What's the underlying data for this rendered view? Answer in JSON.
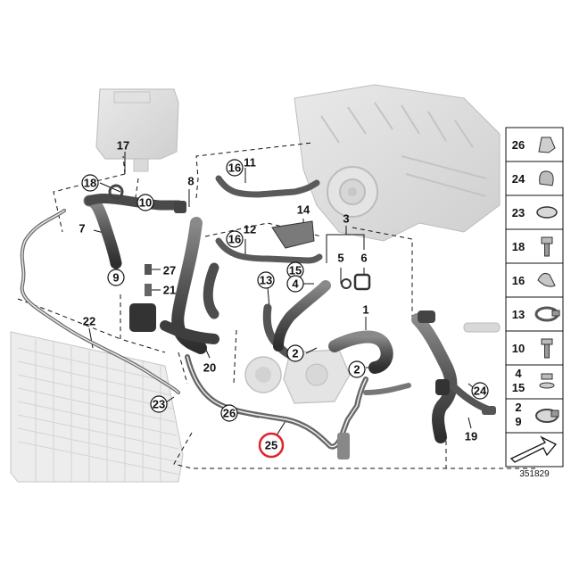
{
  "diagram": {
    "document_number": "351829",
    "highlight_color": "#e0242b",
    "callouts": [
      {
        "text": "17"
      },
      {
        "text": "18"
      },
      {
        "text": "10"
      },
      {
        "text": "8"
      },
      {
        "text": "7"
      },
      {
        "text": "9"
      },
      {
        "text": "27"
      },
      {
        "text": "21"
      },
      {
        "text": "22"
      },
      {
        "text": "23"
      },
      {
        "text": "20"
      },
      {
        "text": "16"
      },
      {
        "text": "11"
      },
      {
        "text": "16"
      },
      {
        "text": "12"
      },
      {
        "text": "14"
      },
      {
        "text": "15"
      },
      {
        "text": "3"
      },
      {
        "text": "5"
      },
      {
        "text": "6"
      },
      {
        "text": "4"
      },
      {
        "text": "13"
      },
      {
        "text": "2"
      },
      {
        "text": "1"
      },
      {
        "text": "2"
      },
      {
        "text": "26"
      },
      {
        "text": "25"
      },
      {
        "text": "24"
      },
      {
        "text": "19"
      }
    ],
    "legend": [
      {
        "labels": [
          "26"
        ],
        "icon": "hose-clamp-clip-icon"
      },
      {
        "labels": [
          "24"
        ],
        "icon": "spring-clip-icon"
      },
      {
        "labels": [
          "23"
        ],
        "icon": "band-clamp-icon"
      },
      {
        "labels": [
          "18"
        ],
        "icon": "bolt-icon"
      },
      {
        "labels": [
          "16"
        ],
        "icon": "hose-clip-icon"
      },
      {
        "labels": [
          "13"
        ],
        "icon": "hose-clamp-icon"
      },
      {
        "labels": [
          "10"
        ],
        "icon": "screw-icon"
      },
      {
        "labels": [
          "4",
          "15"
        ],
        "icon": "sealing-ring-bolt-icon"
      },
      {
        "labels": [
          "2",
          "9"
        ],
        "icon": "screw-clamp-icon"
      },
      {
        "labels": [
          ""
        ],
        "icon": "arrow-icon"
      }
    ]
  }
}
